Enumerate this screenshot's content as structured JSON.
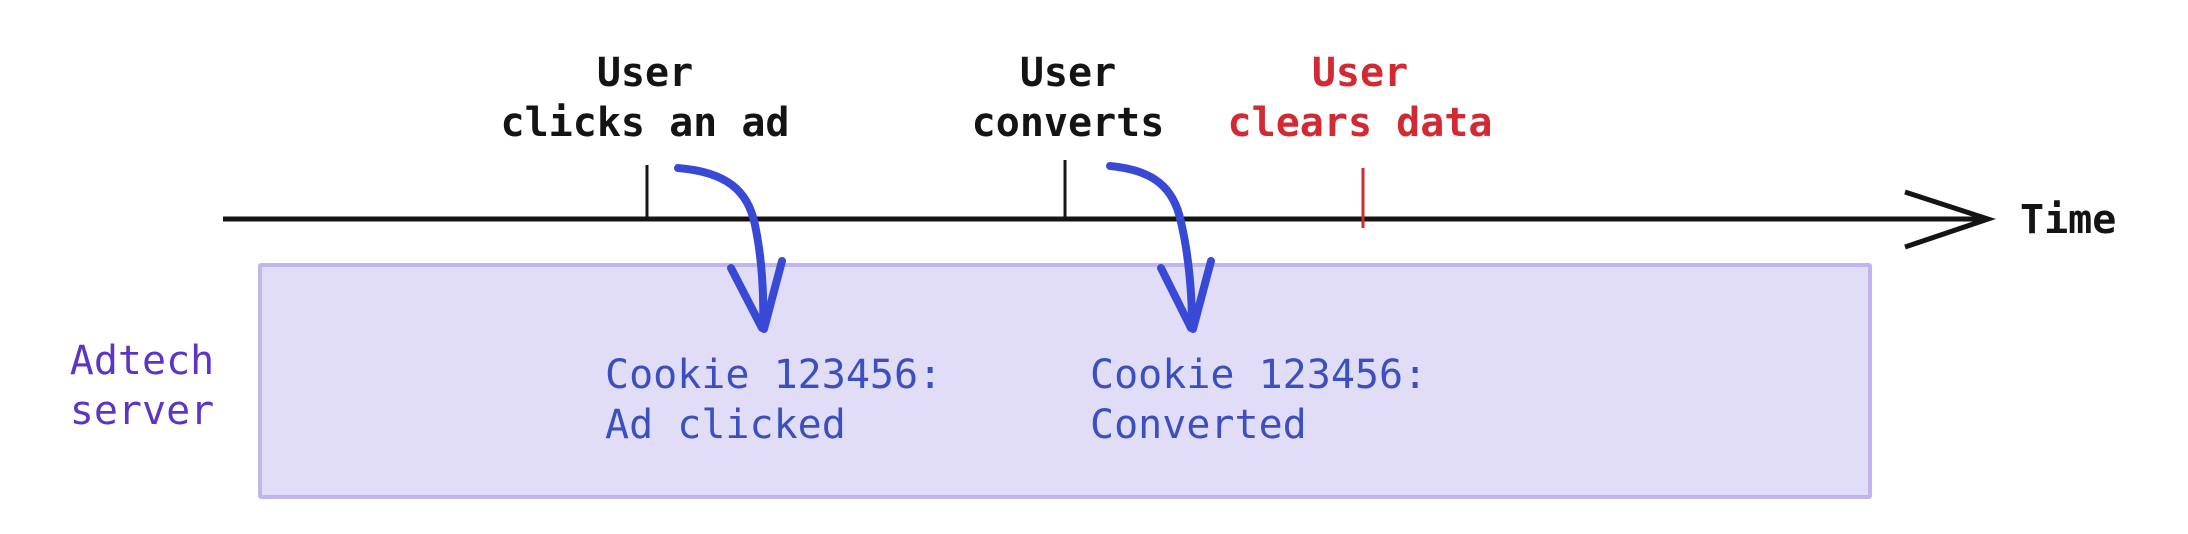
{
  "timeline": {
    "axis_label": "Time",
    "events": [
      {
        "line1": "User",
        "line2": "clicks an ad"
      },
      {
        "line1": "User",
        "line2": "converts"
      },
      {
        "line1": "User",
        "line2": "clears data"
      }
    ]
  },
  "adtech": {
    "label_line1": "Adtech",
    "label_line2": "server",
    "records": [
      {
        "line1": "Cookie 123456:",
        "line2": "Ad clicked"
      },
      {
        "line1": "Cookie 123456:",
        "line2": "Converted"
      }
    ]
  },
  "colors": {
    "timeline_black": "#141414",
    "event_red": "#d22a32",
    "cookie_text_blue": "#3b50c0",
    "arrow_blue": "#3849d6",
    "server_label_purple": "#5c34c8",
    "box_fill": "#e2ddf6",
    "box_border": "#c2b5ef"
  }
}
